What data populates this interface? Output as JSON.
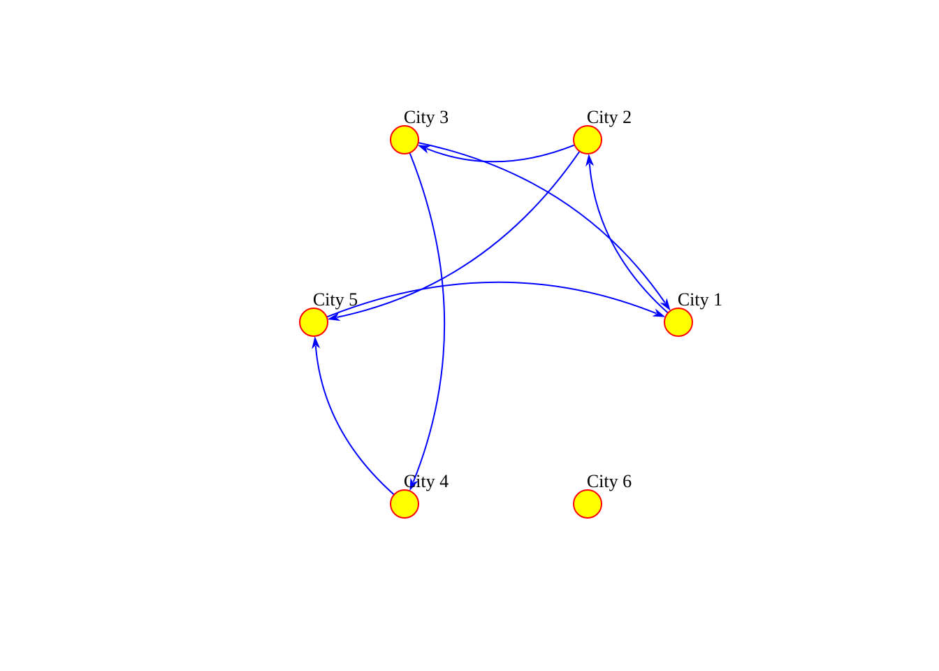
{
  "graph": {
    "nodes": [
      {
        "id": 1,
        "label": "City 1"
      },
      {
        "id": 2,
        "label": "City 2"
      },
      {
        "id": 3,
        "label": "City 3"
      },
      {
        "id": 4,
        "label": "City 4"
      },
      {
        "id": 5,
        "label": "City 5"
      },
      {
        "id": 6,
        "label": "City 6"
      }
    ],
    "edges": [
      {
        "from": 2,
        "to": 3
      },
      {
        "from": 3,
        "to": 1
      },
      {
        "from": 1,
        "to": 2
      },
      {
        "from": 2,
        "to": 5
      },
      {
        "from": 5,
        "to": 1
      },
      {
        "from": 4,
        "to": 5
      },
      {
        "from": 3,
        "to": 4
      }
    ],
    "colors": {
      "node_fill": "#ffff00",
      "node_border": "#ff0000",
      "edge": "#0000ff",
      "label": "#000000"
    }
  }
}
